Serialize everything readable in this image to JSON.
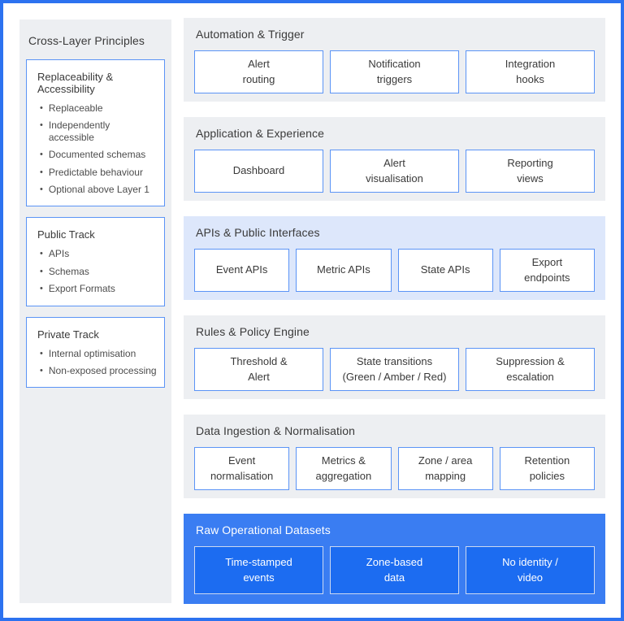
{
  "colors": {
    "accent_border": "#2c72f0",
    "panel_gray": "#edeff2",
    "panel_lightblue": "#dde7fb",
    "panel_blue": "#3a7df2",
    "box_border_blue": "#5b94f6",
    "blue_box_fill": "#1c6cf1",
    "blue_box_border": "#ccd9f1",
    "text_dark": "#3a3a3a",
    "text_bullet": "#4d4d4d",
    "text_on_blue": "#ffffff"
  },
  "sidebar": {
    "title": "Cross-Layer Principles",
    "cards": [
      {
        "title": "Replaceability & Accessibility",
        "items": [
          "Replaceable",
          "Independently accessible",
          "Documented schemas",
          "Predictable behaviour",
          "Optional above Layer 1"
        ]
      },
      {
        "title": "Public Track",
        "items": [
          "APIs",
          "Schemas",
          "Export Formats"
        ]
      },
      {
        "title": "Private Track",
        "items": [
          "Internal optimisation",
          "Non-exposed processing"
        ]
      }
    ]
  },
  "layers": [
    {
      "title": "Automation & Trigger",
      "variant": "gray",
      "boxes": [
        {
          "lines": [
            "Alert",
            "routing"
          ]
        },
        {
          "lines": [
            "Notification",
            "triggers"
          ]
        },
        {
          "lines": [
            "Integration",
            "hooks"
          ]
        }
      ]
    },
    {
      "title": "Application & Experience",
      "variant": "gray",
      "boxes": [
        {
          "lines": [
            "Dashboard"
          ]
        },
        {
          "lines": [
            "Alert",
            "visualisation"
          ]
        },
        {
          "lines": [
            "Reporting",
            "views"
          ]
        }
      ]
    },
    {
      "title": "APIs & Public Interfaces",
      "variant": "lightblue",
      "boxes": [
        {
          "lines": [
            "Event APIs"
          ]
        },
        {
          "lines": [
            "Metric APIs"
          ]
        },
        {
          "lines": [
            "State APIs"
          ]
        },
        {
          "lines": [
            "Export",
            "endpoints"
          ]
        }
      ]
    },
    {
      "title": "Rules & Policy Engine",
      "variant": "gray",
      "boxes": [
        {
          "lines": [
            "Threshold &",
            "Alert"
          ]
        },
        {
          "lines": [
            "State transitions",
            "(Green / Amber / Red)"
          ]
        },
        {
          "lines": [
            "Suppression &",
            "escalation"
          ]
        }
      ]
    },
    {
      "title": "Data Ingestion & Normalisation",
      "variant": "gray",
      "boxes": [
        {
          "lines": [
            "Event",
            "normalisation"
          ]
        },
        {
          "lines": [
            "Metrics &",
            "aggregation"
          ]
        },
        {
          "lines": [
            "Zone / area",
            "mapping"
          ]
        },
        {
          "lines": [
            "Retention",
            "policies"
          ]
        }
      ]
    },
    {
      "title": "Raw Operational Datasets",
      "variant": "blue",
      "boxes": [
        {
          "lines": [
            "Time-stamped",
            "events"
          ]
        },
        {
          "lines": [
            "Zone-based",
            "data"
          ]
        },
        {
          "lines": [
            "No identity /",
            "video"
          ]
        }
      ]
    }
  ]
}
